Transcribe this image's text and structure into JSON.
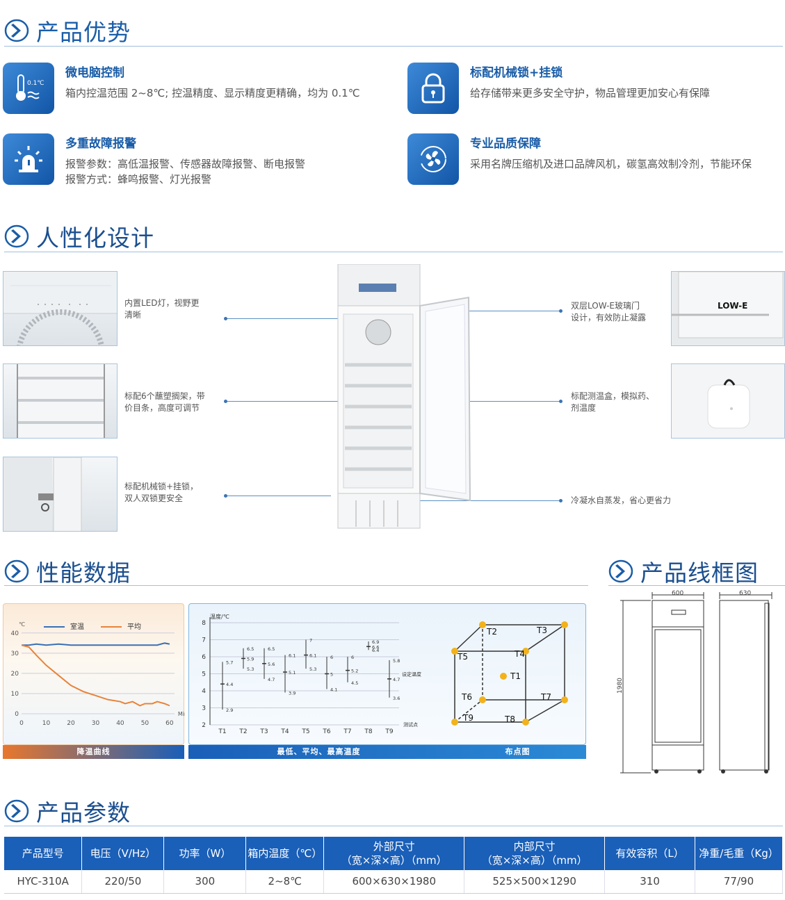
{
  "sections": {
    "advantages": "产品优势",
    "design": "人性化设计",
    "performance": "性能数据",
    "wireframe": "产品线框图",
    "params": "产品参数"
  },
  "advantages": [
    {
      "icon": "thermometer-icon",
      "icon_text": "0.1℃",
      "title": "微电脑控制",
      "desc": [
        "箱内控温范围 2~8℃; 控温精度、显示精度更精确，均为 0.1℃"
      ]
    },
    {
      "icon": "lock-icon",
      "title": "标配机械锁+挂锁",
      "desc": [
        "给存储带来更多安全守护，物品管理更加安心有保障"
      ]
    },
    {
      "icon": "alarm-icon",
      "title": "多重故障报警",
      "desc": [
        "报警参数：高低温报警、传感器故障报警、断电报警",
        "报警方式：蜂鸣报警、灯光报警"
      ]
    },
    {
      "icon": "fan-icon",
      "title": "专业品质保障",
      "desc": [
        "采用名牌压缩机及进口品牌风机，碳氢高效制冷剂，节能环保"
      ]
    }
  ],
  "design": {
    "left": [
      {
        "l1": "内置LED灯，视野更",
        "l2": "清晰"
      },
      {
        "l1": "标配6个蘸塑搁架，带",
        "l2": "价目条，高度可调节"
      },
      {
        "l1": "标配机械锁+挂锁，",
        "l2": "双人双锁更安全"
      }
    ],
    "right": [
      {
        "l1": "双层LOW-E玻璃门",
        "l2": "设计，有效防止凝露"
      },
      {
        "l1": "标配测温盒，模拟药、",
        "l2": "剂温度"
      },
      {
        "l1": "冷凝水自蒸发，省心更省力",
        "l2": ""
      }
    ],
    "lowe_label": "LOW-E"
  },
  "captions": {
    "curve": "降温曲线",
    "minmax": "最低、平均、最高温度",
    "points": "布点图"
  },
  "chart_data": [
    {
      "type": "line",
      "series": [
        {
          "name": "室温",
          "color": "#3a6fb5",
          "x": [
            0,
            3,
            6,
            10,
            15,
            20,
            25,
            30,
            35,
            40,
            45,
            50,
            55,
            58,
            60
          ],
          "values": [
            34,
            34,
            34.5,
            34,
            34.5,
            34,
            34,
            34,
            34,
            34,
            34,
            34,
            34,
            35,
            34.5
          ]
        },
        {
          "name": "平均",
          "color": "#e8833a",
          "x": [
            0,
            3,
            6,
            10,
            15,
            20,
            25,
            30,
            35,
            40,
            42,
            45,
            48,
            50,
            53,
            55,
            58,
            60
          ],
          "values": [
            34,
            33,
            29,
            24,
            19,
            14,
            11,
            9,
            7,
            6,
            5,
            6,
            4,
            5,
            5,
            6,
            5,
            4
          ]
        }
      ],
      "ylabel": "℃",
      "xlabel": "Min",
      "xticks": [
        0,
        10,
        20,
        30,
        40,
        50,
        60
      ],
      "yticks": [
        0,
        10,
        20,
        30,
        40
      ],
      "xlim": [
        0,
        62
      ],
      "ylim": [
        0,
        42
      ]
    },
    {
      "type": "range",
      "ylabel": "温度/℃",
      "xlabel": "测试点",
      "setpoint_label": "设定温度",
      "categories": [
        "T1",
        "T2",
        "T3",
        "T4",
        "T5",
        "T6",
        "T7",
        "T8",
        "T9"
      ],
      "yticks": [
        2,
        3,
        4,
        5,
        6,
        7,
        8
      ],
      "ylim": [
        2,
        8
      ],
      "setpoint": 5,
      "min": [
        2.9,
        5.3,
        4.7,
        3.9,
        5.3,
        4.1,
        4.5,
        6.4,
        3.6
      ],
      "avg": [
        4.4,
        5.9,
        5.6,
        5.1,
        6.1,
        5,
        5.2,
        6.6,
        4.7
      ],
      "max": [
        5.7,
        6.5,
        6.5,
        6.1,
        7,
        6,
        6,
        6.9,
        5.8
      ]
    }
  ],
  "points": [
    "T1",
    "T2",
    "T3",
    "T4",
    "T5",
    "T6",
    "T7",
    "T8",
    "T9"
  ],
  "wire": {
    "w": "600",
    "d": "630",
    "h": "1980"
  },
  "table": {
    "headers": [
      [
        "产品型号"
      ],
      [
        "电压（V/Hz）"
      ],
      [
        "功率（W）"
      ],
      [
        "箱内温度（℃）"
      ],
      [
        "外部尺寸",
        "（宽×深×高）（mm）"
      ],
      [
        "内部尺寸",
        "（宽×深×高）（mm）"
      ],
      [
        "有效容积（L）"
      ],
      [
        "净重/毛重（Kg）"
      ]
    ],
    "row": [
      "HYC-310A",
      "220/50",
      "300",
      "2~8℃",
      "600×630×1980",
      "525×500×1290",
      "310",
      "77/90"
    ]
  }
}
